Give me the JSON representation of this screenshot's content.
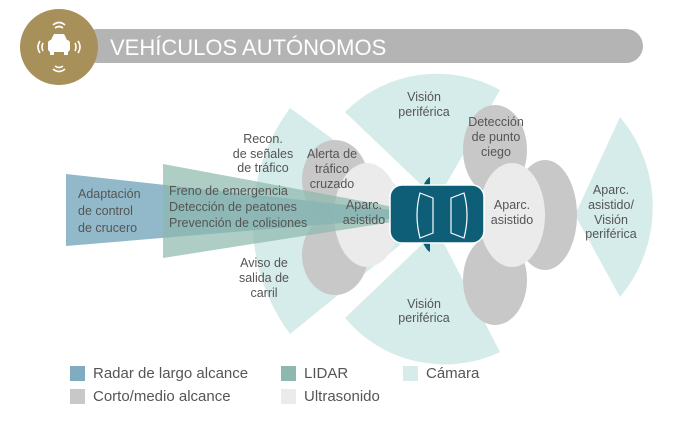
{
  "header": {
    "title": "VEHÍCULOS AUTÓNOMOS",
    "icon": "autonomous-car-icon"
  },
  "colors": {
    "gold": "#a8905a",
    "bar": "#b4b4b4",
    "car": "#0e5e78",
    "radar": "#7fadbf",
    "lidar": "#8cb8ad",
    "camera": "#d5ecea",
    "short": "#c8c8c8",
    "ultra": "#ebebeb"
  },
  "zones": {
    "radar": [
      "Adaptación",
      "de control",
      "de crucero"
    ],
    "lidar": [
      "Freno de emergencia",
      "Detección de peatones",
      "Prevención de colisiones"
    ],
    "signs": [
      "Recon.",
      "de señales",
      "de tráfico"
    ],
    "cross": [
      "Alerta de",
      "tráfico",
      "cruzado"
    ],
    "lane": [
      "Aviso de",
      "salida de",
      "carril"
    ],
    "park_front": [
      "Aparc.",
      "asistido"
    ],
    "park_rear": [
      "Aparc.",
      "asistido"
    ],
    "vision_top": [
      "Visión",
      "periférica"
    ],
    "vision_bottom": [
      "Visión",
      "periférica"
    ],
    "blind": [
      "Detección",
      "de punto",
      "ciego"
    ],
    "rear_cam": [
      "Aparc.",
      "asistido/",
      "Visión",
      "periférica"
    ]
  },
  "legend": [
    {
      "label": "Radar de largo alcance"
    },
    {
      "label": "LIDAR"
    },
    {
      "label": "Cámara"
    },
    {
      "label": "Corto/medio alcance"
    },
    {
      "label": "Ultrasonido"
    }
  ]
}
